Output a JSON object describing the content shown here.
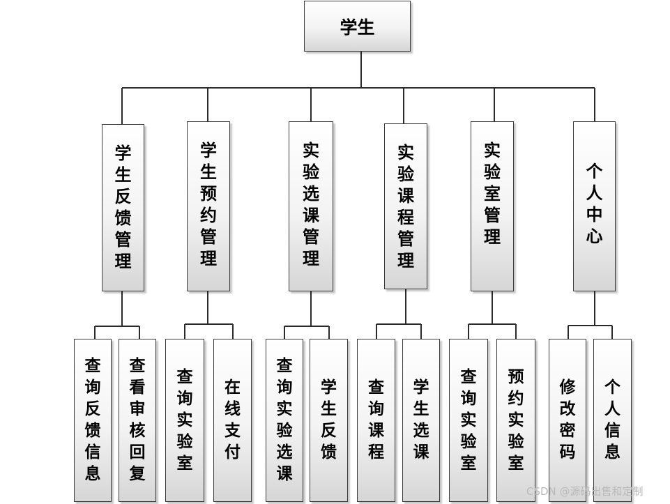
{
  "root": {
    "label": "学生"
  },
  "modules": [
    {
      "label": "学生反馈管理",
      "children": [
        "查询反馈信息",
        "查看审核回复"
      ]
    },
    {
      "label": "学生预约管理",
      "children": [
        "查询实验室",
        "在线支付"
      ]
    },
    {
      "label": "实验选课管理",
      "children": [
        "查询实验选课",
        "学生反馈"
      ]
    },
    {
      "label": "实验课程管理",
      "children": [
        "查询课程",
        "学生选课"
      ]
    },
    {
      "label": "实验室管理",
      "children": [
        "查询实验室",
        "预约实验室"
      ]
    },
    {
      "label": "个人中心",
      "children": [
        "修改密码",
        "个人信息"
      ]
    }
  ],
  "watermark": "CSDN @源码出售和定制"
}
